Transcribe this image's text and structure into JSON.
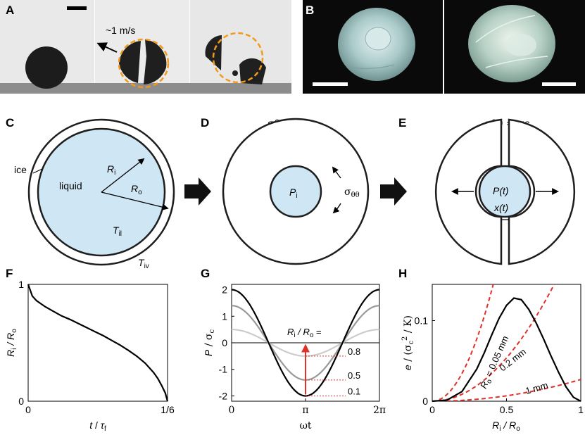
{
  "panels": {
    "A": "A",
    "B": "B",
    "C": "C",
    "D": "D",
    "E": "E",
    "F": "F",
    "G": "G",
    "H": "H"
  },
  "photoA": {
    "speed_label": "~1 m/s"
  },
  "diagramC": {
    "ice": "ice",
    "liquid": "liquid",
    "Ri_main": "R",
    "Ri_sub": "i",
    "Ro_main": "R",
    "Ro_sub": "o",
    "Til_main": "T",
    "Til_sub": "il",
    "Tiv_main": "T",
    "Tiv_sub": "iv"
  },
  "diagramD": {
    "title": "σθθ < σc",
    "Pi_main": "P",
    "Pi_sub": "i",
    "sigma": "σ",
    "sigma_sub": "θθ"
  },
  "diagramE": {
    "title": "σθθ = σc",
    "Pt": "P(t)",
    "xt": "x(t)"
  },
  "chart_data": [
    {
      "panel": "F",
      "type": "line",
      "xlabel_main": "t",
      "xlabel_mid": " / ",
      "xlabel_tau": "τ",
      "xlabel_sub": "f",
      "ylabel_main": "R",
      "ylabel_sub": "i",
      "ylabel_rest": " / R",
      "ylabel_sub2": "o",
      "x_ticks": [
        "0",
        "1/6"
      ],
      "y_ticks": [
        "0",
        "1"
      ],
      "xlim": [
        0,
        0.1667
      ],
      "ylim": [
        0,
        1
      ],
      "x": [
        0,
        0.005,
        0.01,
        0.02,
        0.03,
        0.04,
        0.05,
        0.06,
        0.07,
        0.08,
        0.09,
        0.1,
        0.11,
        0.12,
        0.13,
        0.14,
        0.15,
        0.155,
        0.16,
        0.164,
        0.1667
      ],
      "y": [
        1.0,
        0.9,
        0.86,
        0.81,
        0.77,
        0.73,
        0.7,
        0.665,
        0.63,
        0.595,
        0.56,
        0.52,
        0.48,
        0.435,
        0.385,
        0.325,
        0.245,
        0.195,
        0.13,
        0.07,
        0.0
      ]
    },
    {
      "panel": "G",
      "type": "line",
      "xlabel": "ωt",
      "ylabel_main": "P",
      "ylabel_rest": " / σ",
      "ylabel_sub": "c",
      "x_ticks": [
        "0",
        "π",
        "2π"
      ],
      "y_ticks": [
        "2",
        "1",
        "0",
        "-1",
        "-2"
      ],
      "xlim": [
        0,
        6.2832
      ],
      "ylim": [
        -2.2,
        2.2
      ],
      "legend_title": "R",
      "legend_title_sub": "i",
      "legend_title_rest": " / R",
      "legend_title_sub2": "o",
      "legend_title_end": " =",
      "series": [
        {
          "name": "0.8",
          "amplitude": 0.5,
          "color": "#cccccc"
        },
        {
          "name": "0.5",
          "amplitude": 1.4,
          "color": "#999999"
        },
        {
          "name": "0.1",
          "amplitude": 2.0,
          "color": "#000000"
        }
      ],
      "arrow_color": "#e0302a"
    },
    {
      "panel": "H",
      "type": "line",
      "xlabel_main": "R",
      "xlabel_sub": "i",
      "xlabel_rest": " / R",
      "xlabel_sub2": "o",
      "ylabel_main": "e",
      "ylabel_rest": " / (σ",
      "ylabel_sub": "c",
      "ylabel_sup": "2",
      "ylabel_end": " / K)",
      "x_ticks": [
        "0",
        "0.5",
        "1"
      ],
      "y_ticks": [
        "0",
        "0.1"
      ],
      "xlim": [
        0,
        1
      ],
      "ylim": [
        0,
        0.145
      ],
      "x": [
        0,
        0.1,
        0.2,
        0.3,
        0.35,
        0.4,
        0.45,
        0.5,
        0.55,
        0.6,
        0.65,
        0.7,
        0.75,
        0.8,
        0.85,
        0.9,
        0.95,
        1.0
      ],
      "y": [
        0,
        0.0015,
        0.012,
        0.04,
        0.06,
        0.082,
        0.103,
        0.119,
        0.128,
        0.126,
        0.114,
        0.097,
        0.077,
        0.056,
        0.036,
        0.018,
        0.005,
        0
      ],
      "dashed": [
        {
          "name": "R",
          "sub": "o",
          "rest": " = 0.05 mm",
          "coef": 0.86,
          "color": "#e0302a"
        },
        {
          "name": "0.2 mm",
          "coef": 0.215,
          "color": "#e0302a"
        },
        {
          "name": "1 mm",
          "coef": 0.027,
          "color": "#e0302a"
        }
      ]
    }
  ]
}
